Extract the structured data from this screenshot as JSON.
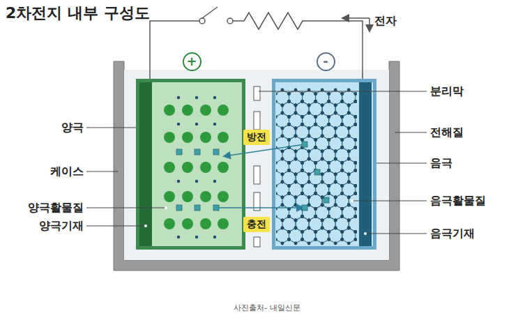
{
  "diagram": {
    "title": "2차전지 내부 구성도",
    "caption": "사진출처- 내일신문",
    "nodes": [
      {
        "text": [
          "+"
        ]
      },
      {
        "text": [
          "-"
        ]
      },
      {
        "text": [
          "방전"
        ]
      },
      {
        "text": [
          "충전"
        ]
      }
    ],
    "labels": [
      "전자",
      "양극",
      "케이스",
      "양극활물질",
      "양극기재",
      "분리막",
      "전해질",
      "음극",
      "음극활물질",
      "음극기재"
    ]
  }
}
